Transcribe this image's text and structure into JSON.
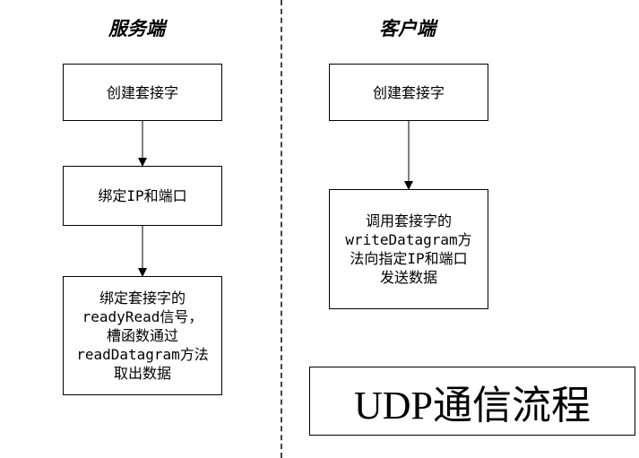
{
  "headings": {
    "server": "服务端",
    "client": "客户端"
  },
  "server_steps": [
    [
      "创建套接字"
    ],
    [
      "绑定IP和端口"
    ],
    [
      "绑定套接字的",
      "readyRead信号，",
      "槽函数通过",
      "readDatagram方法",
      "取出数据"
    ]
  ],
  "client_steps": [
    [
      "创建套接字"
    ],
    [
      "调用套接字的",
      "writeDatagram方",
      "法向指定IP和端口",
      "发送数据"
    ]
  ],
  "diagram_title": "UDP通信流程",
  "colors": {
    "line": "#000000",
    "divider": "#444444",
    "background": "#ffffff"
  }
}
